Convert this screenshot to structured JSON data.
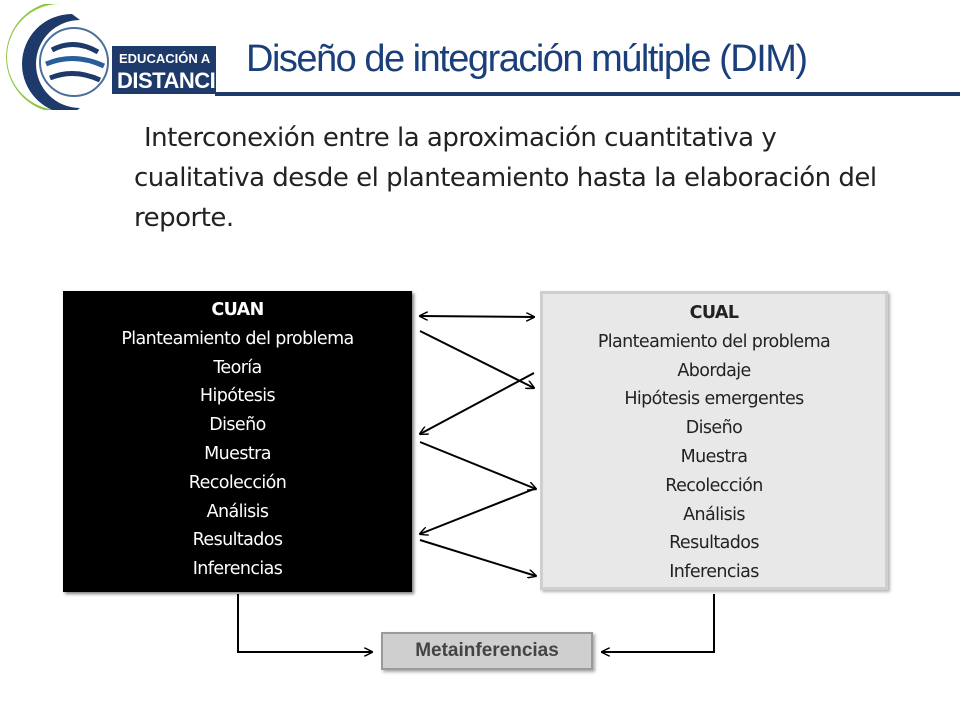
{
  "header": {
    "logo_line1": "EDUCACIÓN A",
    "logo_line2": "DISTANCIA",
    "title": "Diseño de integración múltiple (DIM)"
  },
  "subtitle": "Interconexión entre la aproximación cuantitativa y cualitativa desde el planteamiento hasta la elaboración del reporte.",
  "diagram": {
    "cuan": {
      "heading": "CUAN",
      "items": [
        "Planteamiento del problema",
        "Teoría",
        "Hipótesis",
        "Diseño",
        "Muestra",
        "Recolección",
        "Análisis",
        "Resultados",
        "Inferencias"
      ]
    },
    "cual": {
      "heading": "CUAL",
      "items": [
        "Planteamiento del problema",
        "Abordaje",
        "Hipótesis emergentes",
        "Diseño",
        "Muestra",
        "Recolección",
        "Análisis",
        "Resultados",
        "Inferencias"
      ]
    },
    "result": "Metainferencias"
  },
  "colors": {
    "title": "#1b3f7a",
    "title_line": "#1d3a6b",
    "logo_green": "#8cc63f",
    "logo_blue": "#1d3a6b"
  }
}
